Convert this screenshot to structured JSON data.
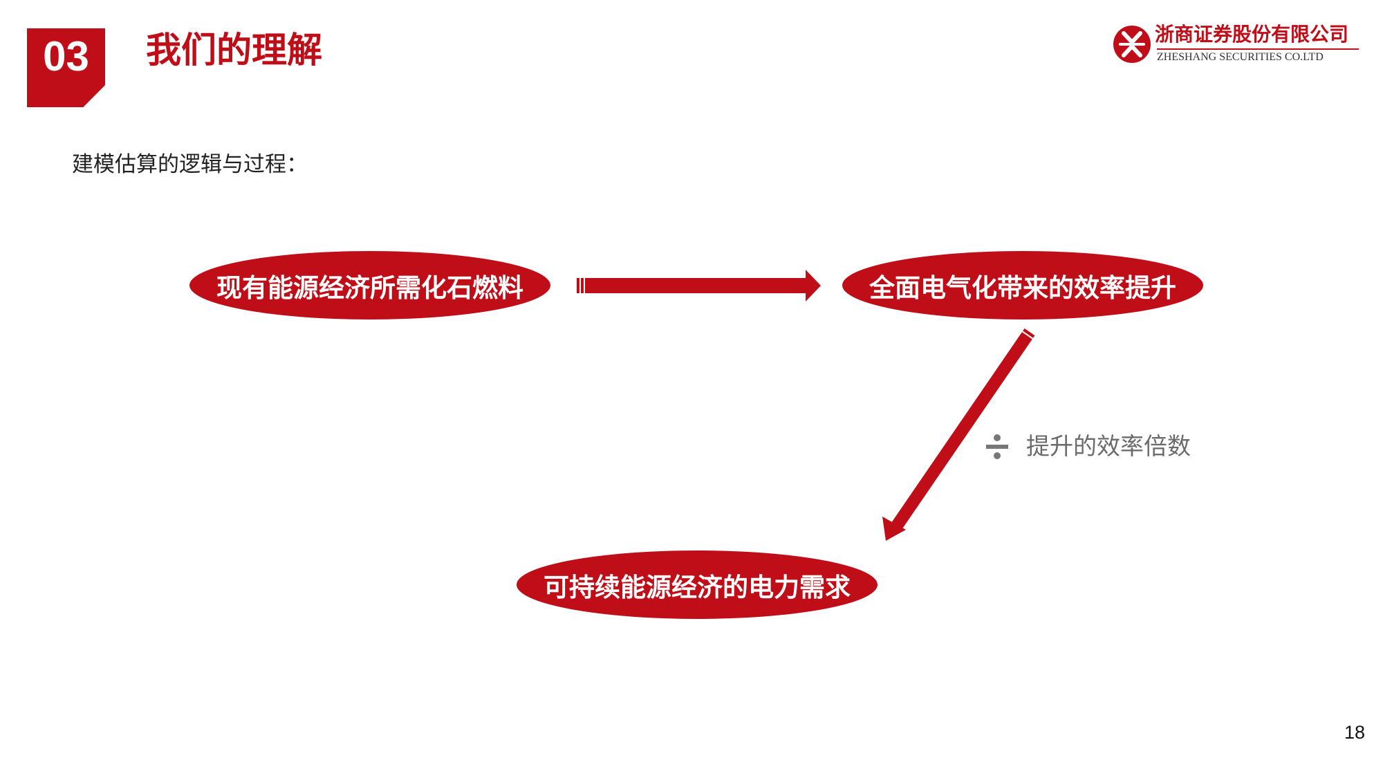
{
  "header": {
    "section_number": "03",
    "title": "我们的理解"
  },
  "logo": {
    "name": "浙商证券股份有限公司",
    "english": "ZHESHANG SECURITIES CO.LTD"
  },
  "subheading": "建模估算的逻辑与过程：",
  "flow": {
    "nodes": [
      "现有能源经济所需化石燃料",
      "全面电气化带来的效率提升",
      "可持续能源经济的电力需求"
    ],
    "operator_icon": "divide-icon",
    "annotation": "提升的效率倍数"
  },
  "colors": {
    "accent": "#c00e19",
    "annotation": "#6b6b6b"
  },
  "page_number": "18"
}
